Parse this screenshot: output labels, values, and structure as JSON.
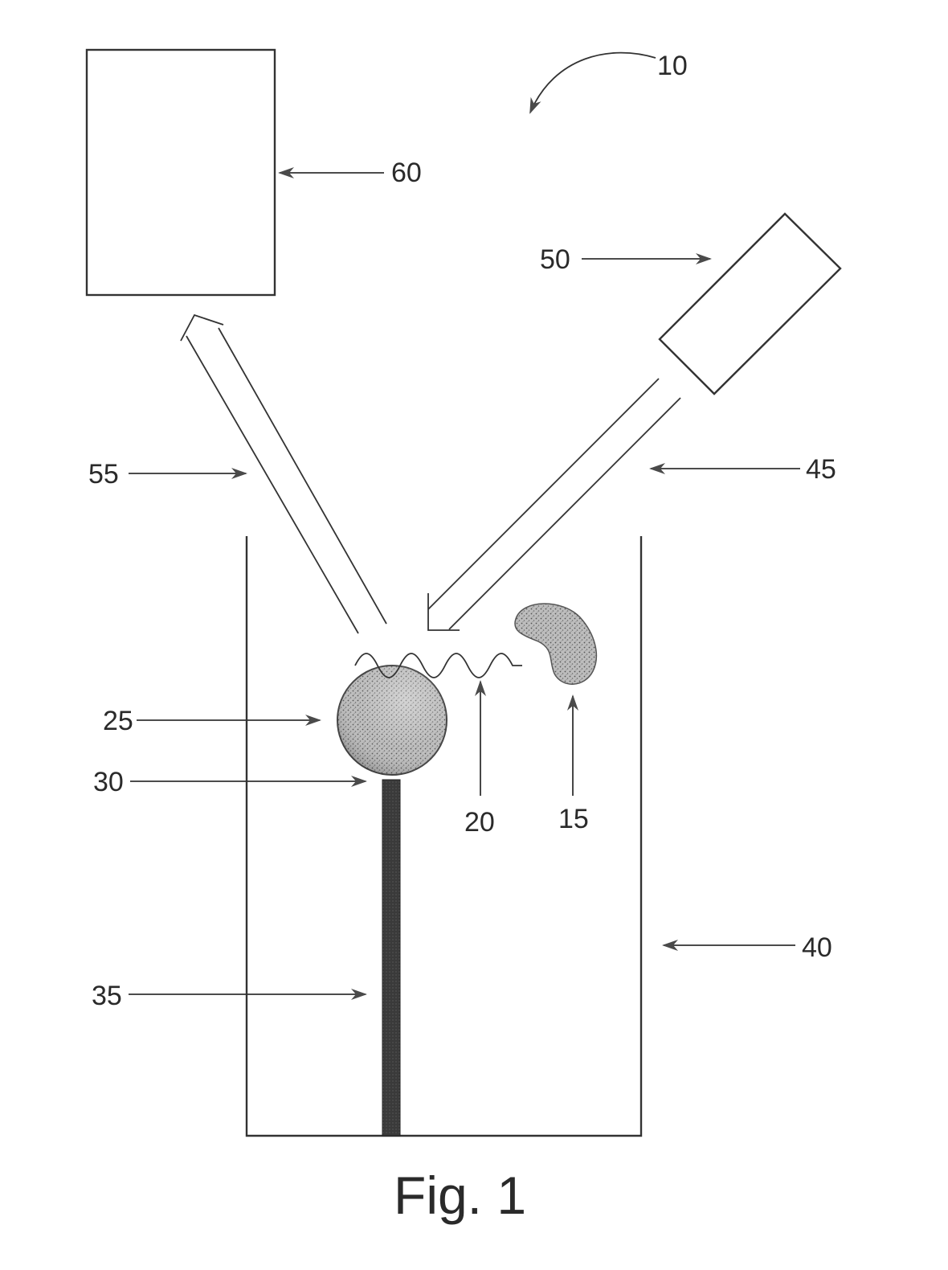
{
  "figure": {
    "caption": "Fig. 1",
    "labels": {
      "system": "10",
      "molecule": "15",
      "signal": "20",
      "sphere": "25",
      "junction": "30",
      "stem": "35",
      "container": "40",
      "incident_beam": "45",
      "source": "50",
      "scattered_beam": "55",
      "detector": "60"
    }
  }
}
